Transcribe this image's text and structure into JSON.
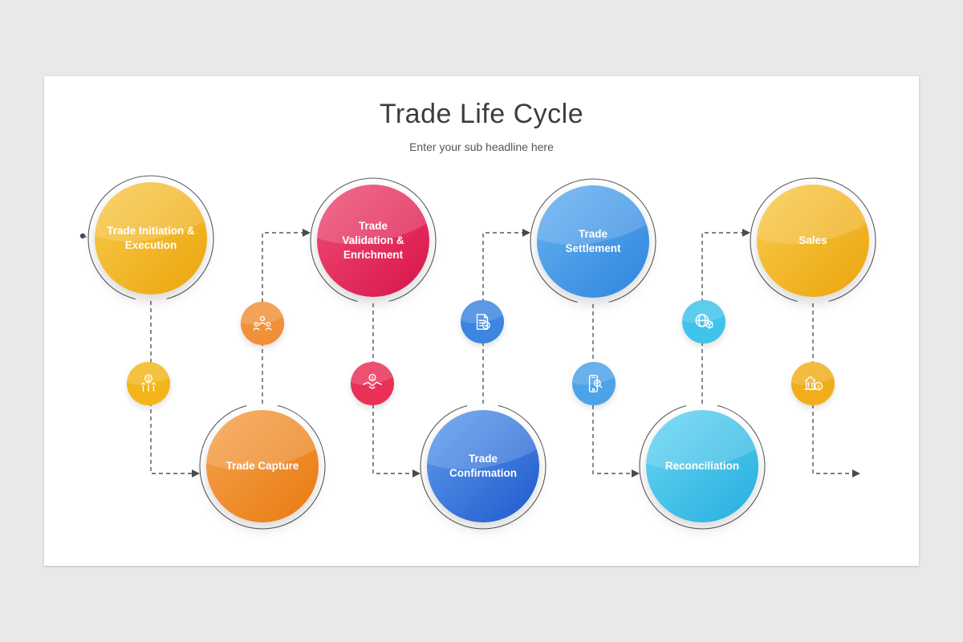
{
  "slide": {
    "title": "Trade Life Cycle",
    "subtitle": "Enter your sub headline here"
  },
  "flow": {
    "nodes": [
      {
        "label": "Trade Initiation & Execution",
        "colors": [
          "#f9cb4f",
          "#eba50b"
        ],
        "badge_icon": "money-growth-icon",
        "badge_color": "#f3b51c"
      },
      {
        "label": "Trade Capture",
        "colors": [
          "#f6a24e",
          "#e87b10"
        ],
        "badge_icon": "team-network-icon",
        "badge_color": "#f0913a"
      },
      {
        "label": "Trade Validation & Enrichment",
        "colors": [
          "#f04f75",
          "#d8134a"
        ],
        "badge_icon": "handshake-icon",
        "badge_color": "#e93057"
      },
      {
        "label": "Trade Confirmation",
        "colors": [
          "#5f9eee",
          "#2058cb"
        ],
        "badge_icon": "document-check-icon",
        "badge_color": "#3c86e0"
      },
      {
        "label": "Trade Settlement",
        "colors": [
          "#66b2f2",
          "#2f85dd"
        ],
        "badge_icon": "mobile-audit-icon",
        "badge_color": "#4da3e8"
      },
      {
        "label": "Reconciliation",
        "colors": [
          "#67d6f4",
          "#27aede"
        ],
        "badge_icon": "globe-cube-icon",
        "badge_color": "#40c3ea"
      },
      {
        "label": "Sales",
        "colors": [
          "#f9cb4f",
          "#eba50b"
        ],
        "badge_icon": "bank-dollar-icon",
        "badge_color": "#f0ae1c"
      }
    ]
  },
  "colors": {
    "canvas_background": "#e9e9e9",
    "slide_background": "#ffffff",
    "connector_color": "#555555",
    "title_color": "#3d3d3d"
  }
}
